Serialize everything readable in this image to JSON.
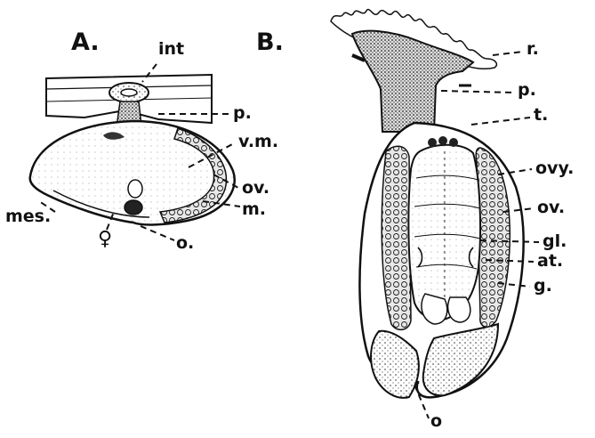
{
  "panels": {
    "a": {
      "title": "A."
    },
    "b": {
      "title": "B."
    }
  },
  "labels_a": {
    "int": "int",
    "p": "p.",
    "vm": "v.m.",
    "ov": "ov.",
    "m": "m.",
    "mes": "mes.",
    "female": "♀",
    "o": "o."
  },
  "labels_b": {
    "r": "r.",
    "p": "p.",
    "t": "t.",
    "ovy": "ovy.",
    "ov": "ov.",
    "gl": "gl.",
    "at": "at.",
    "g": "g.",
    "o": "o"
  }
}
